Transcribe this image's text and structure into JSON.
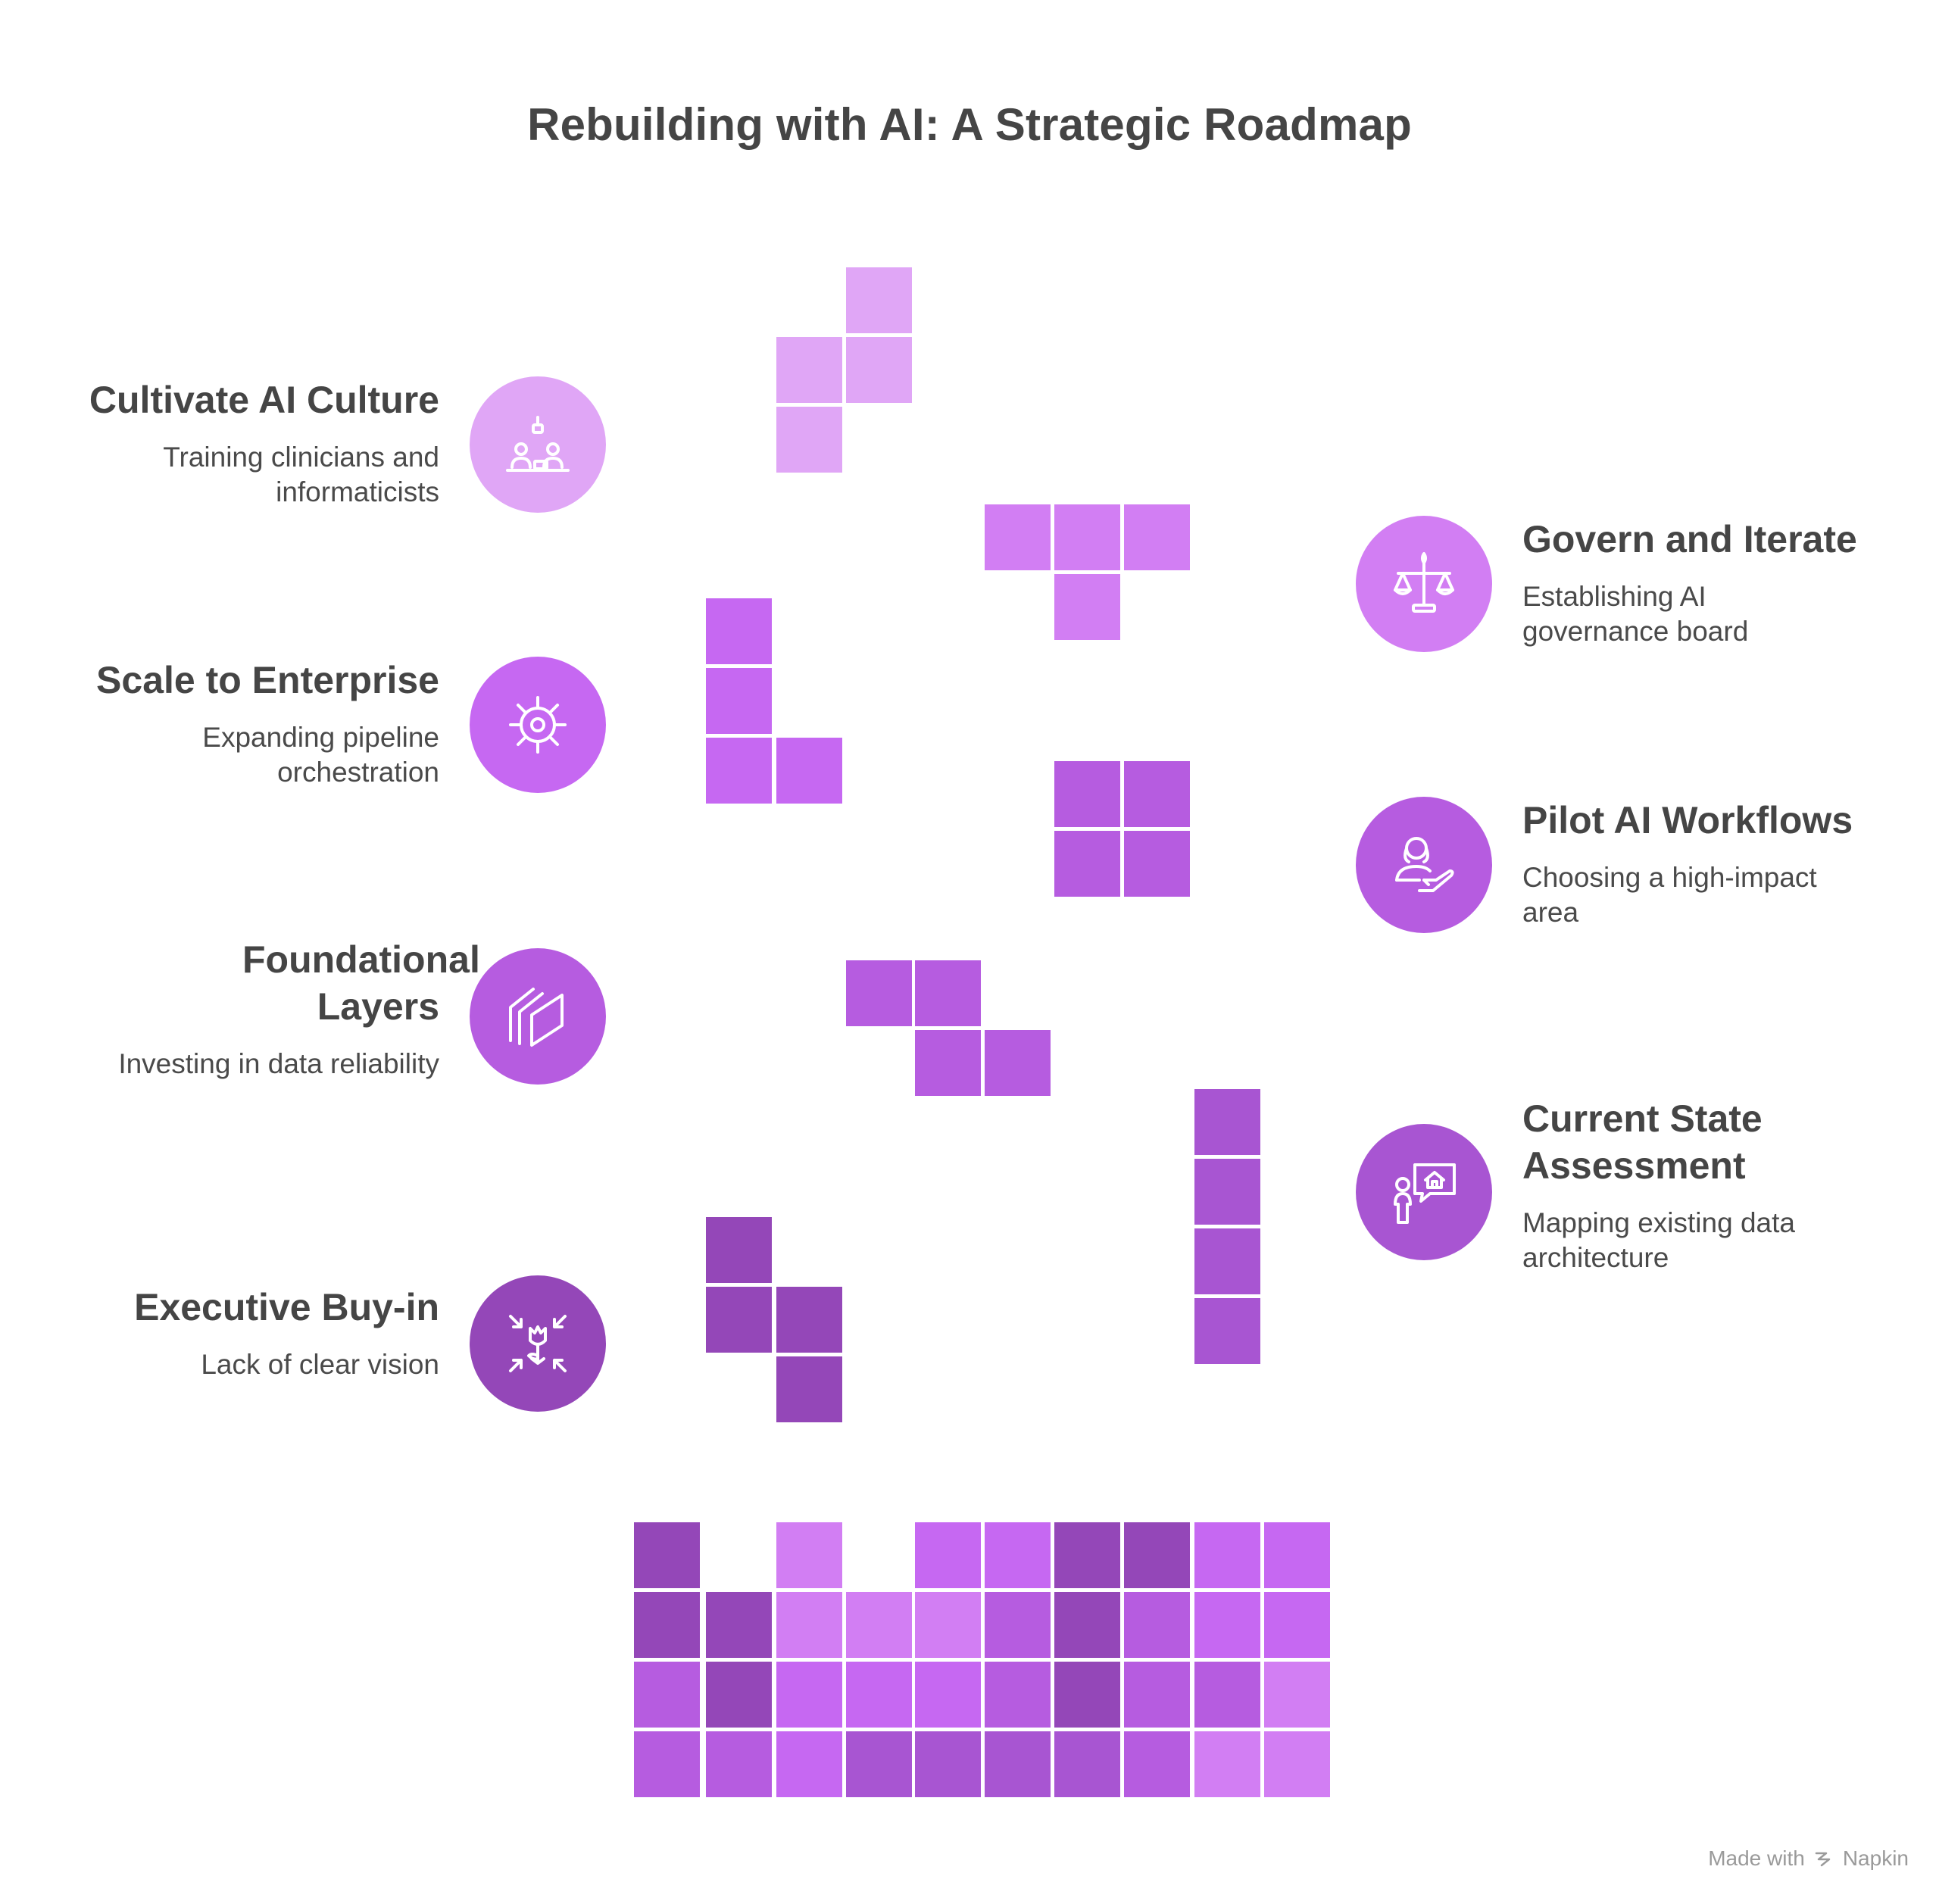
{
  "title": "Rebuilding with AI: A Strategic Roadmap",
  "colors": {
    "c1": "#e0a6f6",
    "c2": "#d27ef3",
    "c3": "#c668f2",
    "c4": "#b65ce0",
    "c5": "#a855d2",
    "c6": "#9447b8",
    "text": "#454545"
  },
  "steps": [
    {
      "id": "cultivate",
      "side": "left",
      "heading": "Cultivate AI Culture",
      "description": "Training clinicians and informaticists",
      "icon": "team-training-icon",
      "color": "c1"
    },
    {
      "id": "govern",
      "side": "right",
      "heading": "Govern and Iterate",
      "description": "Establishing AI governance board",
      "icon": "balance-scale-icon",
      "color": "c2"
    },
    {
      "id": "scale",
      "side": "left",
      "heading": "Scale to Enterprise",
      "description": "Expanding pipeline orchestration",
      "icon": "gear-target-icon",
      "color": "c3"
    },
    {
      "id": "pilot",
      "side": "right",
      "heading": "Pilot AI Workflows",
      "description": "Choosing a high-impact area",
      "icon": "person-hand-icon",
      "color": "c4"
    },
    {
      "id": "foundational",
      "side": "left",
      "heading": "Foundational Layers",
      "description": "Investing in data reliability",
      "icon": "layers-icon",
      "color": "c4"
    },
    {
      "id": "current",
      "side": "right",
      "heading": "Current State Assessment",
      "description": "Mapping existing data architecture",
      "icon": "person-house-icon",
      "color": "c5"
    },
    {
      "id": "executive",
      "side": "left",
      "heading": "Executive Buy-in",
      "description": "Lack of clear vision",
      "icon": "flower-focus-icon",
      "color": "c6"
    }
  ],
  "footer": {
    "made_with": "Made with",
    "brand": "Napkin"
  }
}
